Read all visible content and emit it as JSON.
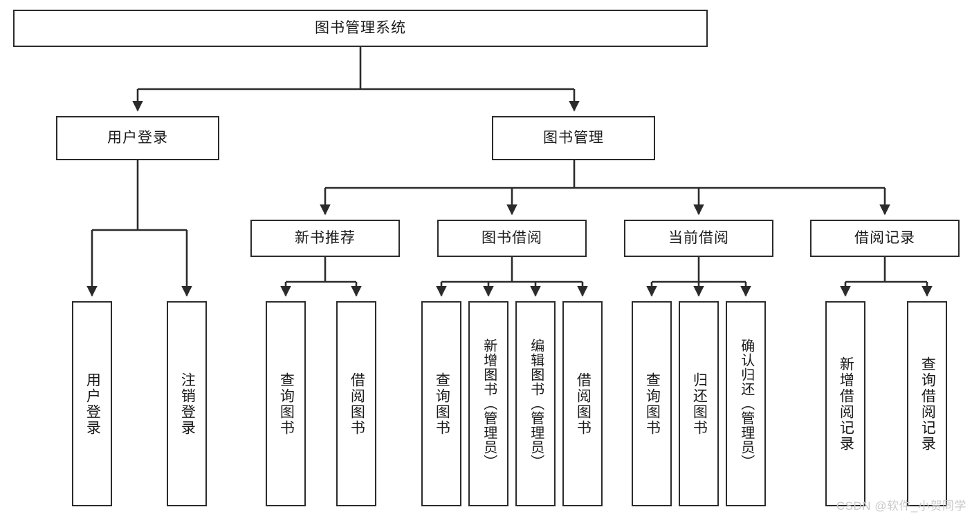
{
  "diagram": {
    "type": "tree-hierarchy",
    "title": "图书管理系统",
    "root": {
      "id": "root",
      "label": "图书管理系统"
    },
    "level2": [
      {
        "id": "user-login",
        "label": "用户登录"
      },
      {
        "id": "book-manage",
        "label": "图书管理"
      }
    ],
    "level3": [
      {
        "id": "new-book-rec",
        "label": "新书推荐",
        "parent": "book-manage"
      },
      {
        "id": "book-borrow",
        "label": "图书借阅",
        "parent": "book-manage"
      },
      {
        "id": "current-borrow",
        "label": "当前借阅",
        "parent": "book-manage"
      },
      {
        "id": "borrow-record",
        "label": "借阅记录",
        "parent": "book-manage"
      }
    ],
    "leaves": [
      {
        "id": "leaf-user-login",
        "label": "用户登录",
        "parent": "user-login"
      },
      {
        "id": "leaf-logout",
        "label": "注销登录",
        "parent": "user-login"
      },
      {
        "id": "leaf-query-book-1",
        "label": "查询图书",
        "parent": "new-book-rec"
      },
      {
        "id": "leaf-borrow-book-1",
        "label": "借阅图书",
        "parent": "new-book-rec"
      },
      {
        "id": "leaf-query-book-2",
        "label": "查询图书",
        "parent": "book-borrow"
      },
      {
        "id": "leaf-add-book",
        "label": "新增图书（管理员）",
        "parent": "book-borrow"
      },
      {
        "id": "leaf-edit-book",
        "label": "编辑图书（管理员）",
        "parent": "book-borrow"
      },
      {
        "id": "leaf-borrow-book-2",
        "label": "借阅图书",
        "parent": "book-borrow"
      },
      {
        "id": "leaf-query-book-3",
        "label": "查询图书",
        "parent": "current-borrow"
      },
      {
        "id": "leaf-return-book",
        "label": "归还图书",
        "parent": "current-borrow"
      },
      {
        "id": "leaf-confirm-return",
        "label": "确认归还（管理员）",
        "parent": "current-borrow"
      },
      {
        "id": "leaf-add-record",
        "label": "新增借阅记录",
        "parent": "borrow-record"
      },
      {
        "id": "leaf-query-record",
        "label": "查询借阅记录",
        "parent": "borrow-record"
      }
    ],
    "colors": {
      "stroke": "#2b2b2b",
      "fill": "#ffffff",
      "text": "#1a1a1a",
      "watermark": "#c9c9c9"
    }
  },
  "watermark": {
    "text": "CSDN @软件_小贺同学"
  }
}
